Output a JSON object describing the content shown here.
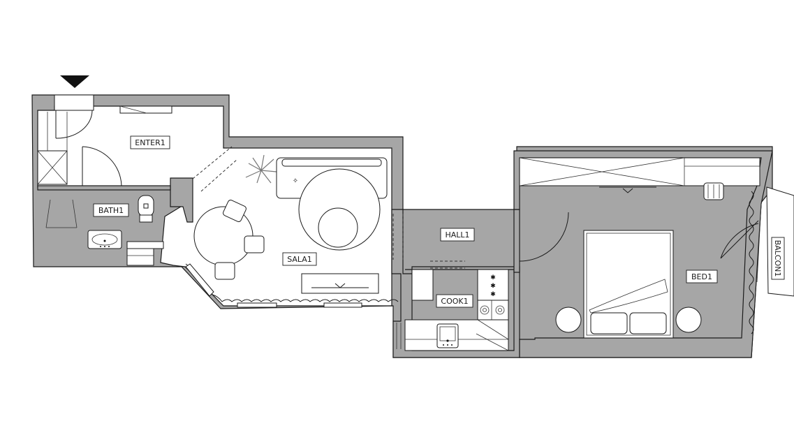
{
  "plan": {
    "rooms": [
      {
        "id": "enter",
        "label": "ENTER1"
      },
      {
        "id": "bath",
        "label": "BATH1"
      },
      {
        "id": "sala",
        "label": "SALA1"
      },
      {
        "id": "hall",
        "label": "HALL1"
      },
      {
        "id": "cook",
        "label": "COOK1"
      },
      {
        "id": "bed",
        "label": "BED1"
      },
      {
        "id": "balcon",
        "label": "BALCON1"
      }
    ],
    "colors": {
      "wall_fill": "#a6a6a6",
      "line": "#1a1a1a",
      "background": "#ffffff"
    },
    "icons": [
      "entrance-arrow-icon",
      "plant-icon",
      "armchair-icon",
      "sink-icon",
      "toilet-icon",
      "stove-icon",
      "bed-icon"
    ]
  }
}
